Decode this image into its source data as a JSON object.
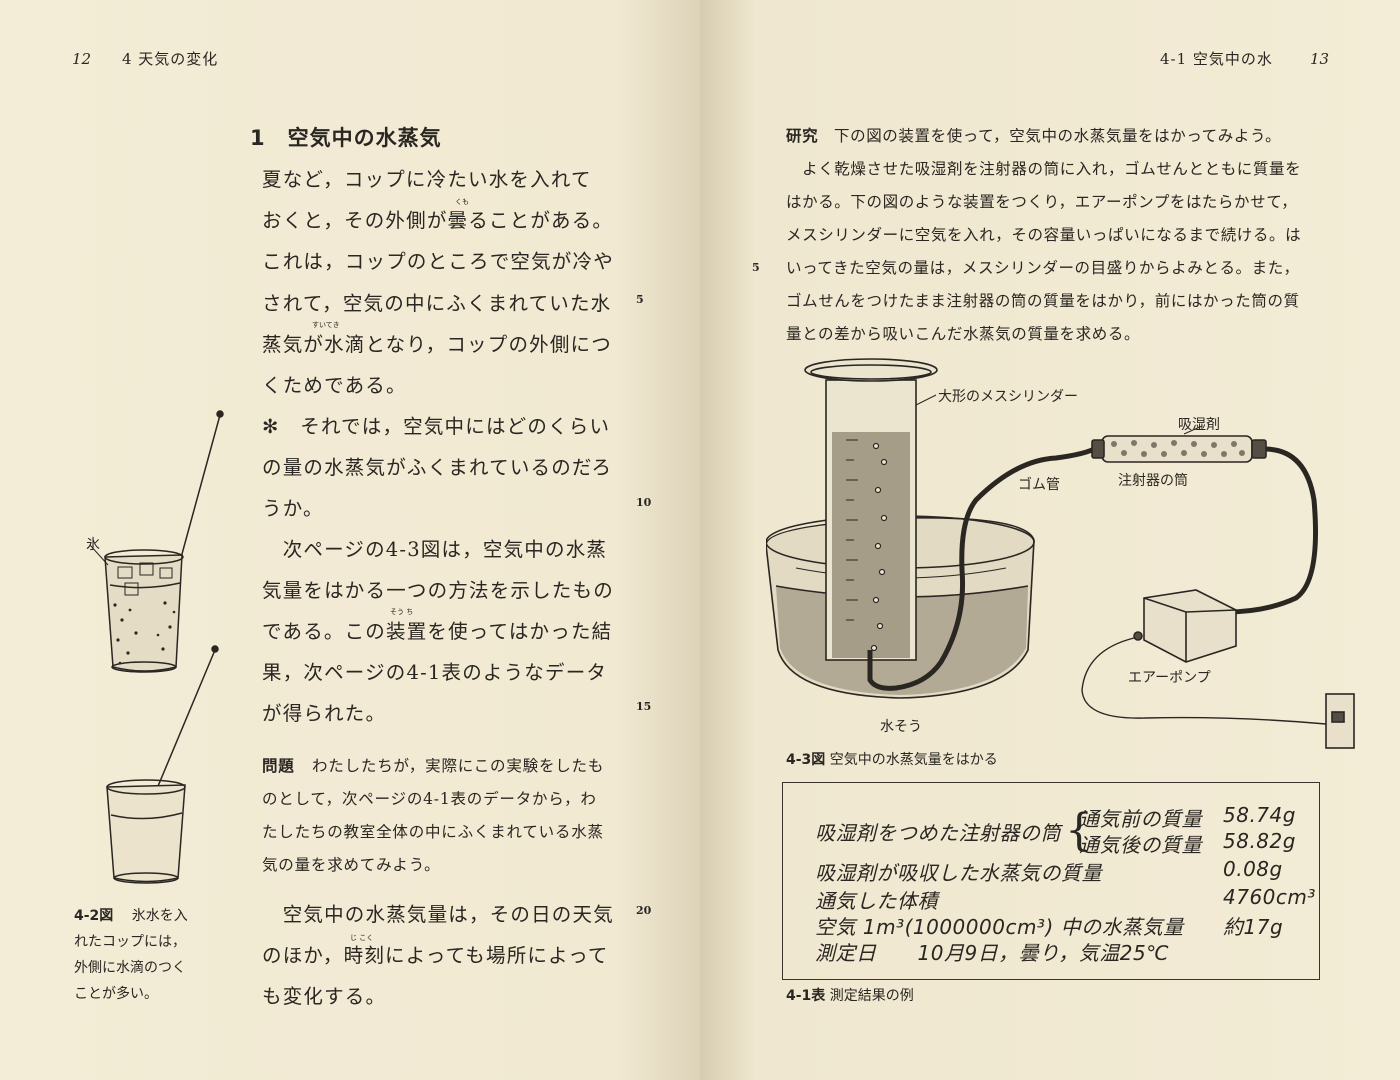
{
  "left_page": {
    "folio": "12",
    "running_head": "4 天気の変化",
    "section_title": "1　空気中の水蒸気",
    "body_lines": [
      "夏など，コップに冷たい水を入れて",
      "おくと，その外側が曇ることがある。",
      "これは，コップのところで空気が冷や",
      "されて，空気の中にふくまれていた水",
      "蒸気が水滴となり，コップの外側につ",
      "くためである。",
      "✻　それでは，空気中にはどのくらい",
      "の量の水蒸気がふくまれているのだろ",
      "うか。",
      "　次ページの4-3図は，空気中の水蒸",
      "気量をはかる一つの方法を示したもの",
      "である。この装置を使ってはかった結",
      "果，次ページの4-1表のようなデータ",
      "が得られた。"
    ],
    "problem_label": "問題",
    "problem_lines": [
      "わたしたちが，実際にこの実験をしたも",
      "のとして，次ページの4-1表のデータから，わ",
      "たしたちの教室全体の中にふくまれている水蒸",
      "気の量を求めてみよう。"
    ],
    "closing_lines": [
      "　空気中の水蒸気量は，その日の天気",
      "のほか，時刻によっても場所によって",
      "も変化する。"
    ],
    "line_numbers": [
      "5",
      "10",
      "15",
      "20"
    ],
    "figure_label_water": "氷",
    "figure_caption_number": "4-2図",
    "figure_caption_lines": [
      "氷水を入",
      "れたコップには，",
      "外側に水滴のつく",
      "ことが多い。"
    ],
    "ruby": {
      "kumoru": "くも",
      "suiteki": "すいてき",
      "souchi": "そう ち",
      "jikoku": "じ こく"
    }
  },
  "right_page": {
    "folio": "13",
    "running_head": "4-1 空気中の水",
    "research_label": "研究",
    "research_lines": [
      "下の図の装置を使って，空気中の水蒸気量をはかってみよう。",
      "　よく乾燥させた吸湿剤を注射器の筒に入れ，ゴムせんとともに質量を",
      "はかる。下の図のような装置をつくり，エアーポンプをはたらかせて，",
      "メスシリンダーに空気を入れ，その容量いっぱいになるまで続ける。は",
      "いってきた空気の量は，メスシリンダーの目盛りからよみとる。また，",
      "ゴムせんをつけたまま注射器の筒の質量をはかり，前にはかった筒の質",
      "量との差から吸いこんだ水蒸気の質量を求める。"
    ],
    "line_number": "5",
    "apparatus_labels": {
      "cylinder": "大形のメスシリンダー",
      "absorbent": "吸湿剤",
      "rubber_tube": "ゴム管",
      "syringe": "注射器の筒",
      "pump": "エアーポンプ",
      "tank": "水そう"
    },
    "figure_caption_number": "4-3図",
    "figure_caption": "空気中の水蒸気量をはかる",
    "table": {
      "rows": [
        {
          "label": "吸湿剤をつめた注射器の筒",
          "sub": [
            "通気前の質量",
            "通気後の質量"
          ],
          "values": [
            "58.74g",
            "58.82g"
          ]
        },
        {
          "label": "吸湿剤が吸収した水蒸気の質量",
          "value": "0.08g"
        },
        {
          "label": "通気した体積",
          "value": "4760cm³"
        },
        {
          "label": "空気 1m³(1000000cm³) 中の水蒸気量",
          "value": "約17g"
        },
        {
          "label": "測定日　　10月9日，曇り，気温25℃",
          "value": ""
        }
      ]
    },
    "table_caption_number": "4-1表",
    "table_caption": "測定結果の例"
  }
}
